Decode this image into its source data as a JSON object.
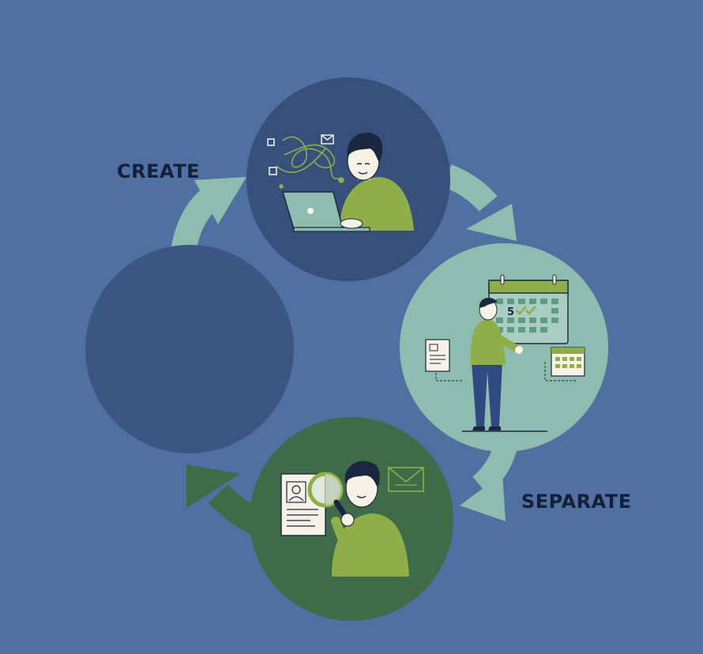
{
  "labels": {
    "create": "CREATE",
    "separate": "SEPARATE"
  },
  "colors": {
    "background": "#4f70a0",
    "label_text": "#141f3a",
    "navy_circle": "#37507b",
    "teal_circle": "#8ebdaf",
    "green_circle": "#3e6b48",
    "empty_circle": "#3a5784",
    "arrow_teal": "#8ebdaf",
    "arrow_green": "#3e6b48",
    "shirt_green": "#8fae49",
    "hair": "#1b2740",
    "skin": "#f7f2e6",
    "calendar_accent": "#8fae49"
  },
  "steps": [
    {
      "name": "create-step",
      "label_key": "create",
      "icon": "person-laptop-icon"
    },
    {
      "name": "schedule-step",
      "icon": "person-calendar-icon"
    },
    {
      "name": "separate-step",
      "label_key": "separate",
      "icon": "person-magnifier-icon"
    },
    {
      "name": "empty-step",
      "icon": ""
    }
  ],
  "calendar": {
    "date_number": "5"
  }
}
